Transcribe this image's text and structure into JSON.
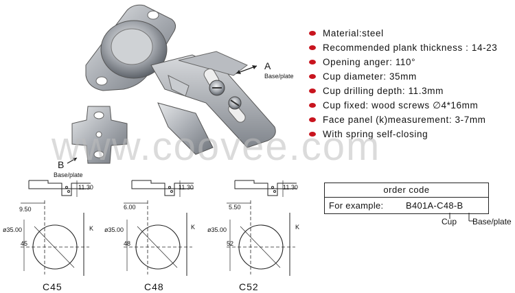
{
  "specs": [
    "Material:steel",
    "Recommended plank thickness : 14-23",
    "Opening anger:  110°",
    "Cup diameter: 35mm",
    "Cup drilling depth: 11.3mm",
    "Cup fixed: wood screws ∅4*16mm",
    "Face panel (k)measurement: 3-7mm",
    "With spring self-closing"
  ],
  "watermark": "www.coovee.com",
  "labels": {
    "a_letter": "A",
    "a_sub": "Base/plate",
    "b_letter": "B",
    "b_sub": "Base/plate"
  },
  "order": {
    "title": "order code",
    "example_label": "For example:",
    "example_code": "B401A-C48-B",
    "cup_label": "Cup",
    "base_label": "Base/plate"
  },
  "drawings": [
    {
      "name": "C45",
      "depth": "11.30",
      "offset": "9.50",
      "diameter": "ø35.00",
      "spacing": "45",
      "k": "K"
    },
    {
      "name": "C48",
      "depth": "11.30",
      "offset": "6.00",
      "diameter": "ø35.00",
      "spacing": "48",
      "k": "K"
    },
    {
      "name": "C52",
      "depth": "11.30",
      "offset": "5.50",
      "diameter": "ø35.00",
      "spacing": "52",
      "k": "K"
    }
  ],
  "colors": {
    "bullet": "#c8141e",
    "metal": "#a8acb2",
    "line": "#222222",
    "watermark": "#bebebe"
  }
}
